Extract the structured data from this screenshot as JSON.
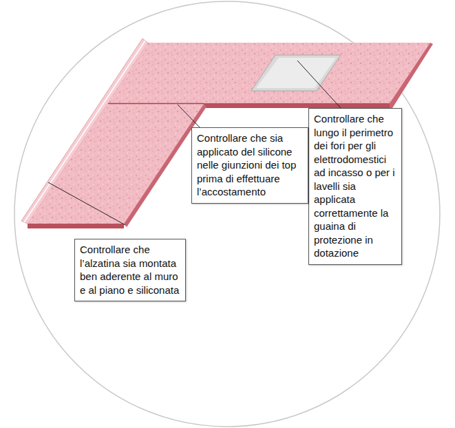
{
  "diagram": {
    "nodes": [
      {
        "text": [
          "Controllare che lungo il perimetro dei fori per gli elettrodomestici ad incasso o per i lavelli sia applicata correttamente la guaina di protezione in dotazione"
        ]
      },
      {
        "text": [
          "Controllare che sia applicato del silicone nelle giunzioni dei top prima di effettuare l’accostamento"
        ]
      },
      {
        "text": [
          "Controllare che l’alzatina sia montata ben aderente al muro e al piano e siliconata"
        ]
      }
    ]
  }
}
